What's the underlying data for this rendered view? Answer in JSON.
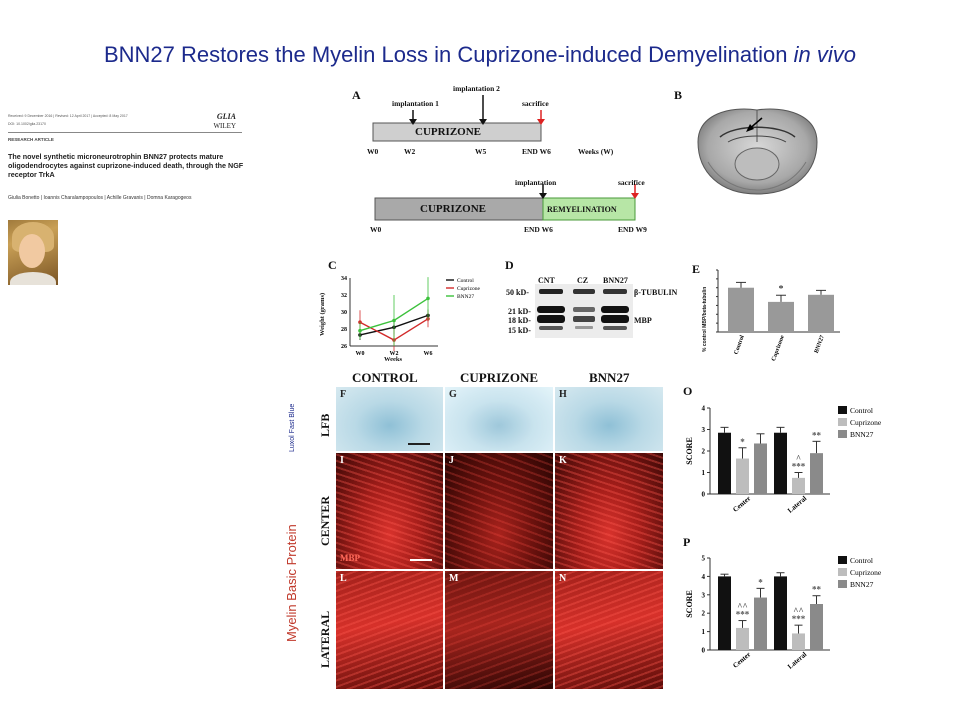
{
  "slide": {
    "title_main": "BNN27 Restores the Myelin Loss in Cuprizone-induced Demyelination",
    "title_italic": "in vivo"
  },
  "paper": {
    "meta": "Received: 9 December 2016 | Revised: 12 April 2017 | Accepted: 8 May 2017",
    "doi": "DOI: 10.1002/glia.23170",
    "journal": "GLIA",
    "publisher": "WILEY",
    "article_type": "RESEARCH ARTICLE",
    "title": "The novel synthetic microneurotrophin BNN27 protects mature oligodendrocytes against cuprizone-induced death, through the NGF receptor TrkA",
    "authors": "Giulia Bonetto | Ioannis Charalampopoulos | Achille Gravanis | Domna Karagogeos"
  },
  "panelA": {
    "letter": "A",
    "timeline1": {
      "implantation1": "implantation 1",
      "implantation2": "implantation 2",
      "sacrifice": "sacrifice",
      "bar_label": "CUPRIZONE",
      "ticks": [
        "W0",
        "W2",
        "W5",
        "END W6"
      ],
      "axis_label": "Weeks (W)"
    },
    "timeline2": {
      "implantation": "implantation",
      "sacrifice": "sacrifice",
      "bar1_label": "CUPRIZONE",
      "bar2_label": "REMYELINATION",
      "ticks": [
        "W0",
        "END W6",
        "END W9"
      ]
    }
  },
  "panelB": {
    "letter": "B"
  },
  "panelC": {
    "letter": "C",
    "ylabel": "Weight (grams)",
    "xlabel": "Weeks",
    "legend": [
      "Control",
      "Cuprizone",
      "BNN27"
    ],
    "colors": [
      "#111111",
      "#d22a2a",
      "#3cc13c"
    ],
    "chart_data": {
      "type": "line",
      "x": [
        "W0",
        "W2",
        "W6"
      ],
      "ylim": [
        26,
        34
      ],
      "yticks": [
        26,
        28,
        30,
        32,
        34
      ],
      "series": [
        {
          "name": "Control",
          "values": [
            27.3,
            28.2,
            29.6
          ]
        },
        {
          "name": "Cuprizone",
          "values": [
            28.8,
            26.7,
            29.2
          ]
        },
        {
          "name": "BNN27",
          "values": [
            27.8,
            29.0,
            31.6
          ]
        }
      ]
    }
  },
  "panelD": {
    "letter": "D",
    "lanes": [
      "CNT",
      "CZ",
      "BNN27"
    ],
    "markers": [
      "50 kD-",
      "21 kD-",
      "18 kD-",
      "15 kD-"
    ],
    "labels": [
      "β-TUBULIN",
      "MBP"
    ]
  },
  "panelE": {
    "letter": "E",
    "ylabel": "% control MBP/beta-tubulin",
    "colors": [
      "#999999"
    ],
    "chart_data": {
      "type": "bar",
      "categories": [
        "Control",
        "Cuprizone",
        "BNN27"
      ],
      "values": [
        100,
        68,
        84
      ],
      "errors": [
        12,
        15,
        10
      ],
      "ylim": [
        0,
        140
      ],
      "yticks": [
        0,
        20,
        40,
        60,
        80,
        100,
        120,
        140
      ],
      "annotations": [
        "",
        "*",
        ""
      ]
    }
  },
  "micro": {
    "columns": [
      "CONTROL",
      "CUPRIZONE",
      "BNN27"
    ],
    "rows": [
      "LFB",
      "CENTER",
      "LATERAL"
    ],
    "panel_letters": [
      "F",
      "G",
      "H",
      "I",
      "J",
      "K",
      "L",
      "M",
      "N"
    ],
    "mbp_tag": "MBP",
    "side_label_lfb": "Luxol Fast Blue",
    "side_label_mbp": "Myelin Basic Protein"
  },
  "panelO": {
    "letter": "O",
    "ylabel": "SCORE",
    "legend": [
      "Control",
      "Cuprizone",
      "BNN27"
    ],
    "colors": [
      "#111111",
      "#bdbdbd",
      "#8a8a8a"
    ],
    "chart_data": {
      "type": "bar",
      "categories": [
        "Center",
        "Lateral"
      ],
      "ylim": [
        0,
        4
      ],
      "yticks": [
        0,
        1,
        2,
        3,
        4
      ],
      "series": [
        {
          "name": "Control",
          "values": [
            2.85,
            2.85
          ],
          "errors": [
            0.25,
            0.25
          ]
        },
        {
          "name": "Cuprizone",
          "values": [
            1.65,
            0.75
          ],
          "errors": [
            0.5,
            0.25
          ]
        },
        {
          "name": "BNN27",
          "values": [
            2.35,
            1.9
          ],
          "errors": [
            0.45,
            0.55
          ]
        }
      ],
      "annotations": [
        [
          "",
          "*",
          ""
        ],
        [
          "",
          "^\n***",
          "**"
        ]
      ]
    }
  },
  "panelP": {
    "letter": "P",
    "ylabel": "SCORE",
    "legend": [
      "Control",
      "Cuprizone",
      "BNN27"
    ],
    "colors": [
      "#111111",
      "#bdbdbd",
      "#8a8a8a"
    ],
    "chart_data": {
      "type": "bar",
      "categories": [
        "Center",
        "Lateral"
      ],
      "ylim": [
        0,
        5
      ],
      "yticks": [
        0,
        1,
        2,
        3,
        4,
        5
      ],
      "series": [
        {
          "name": "Control",
          "values": [
            4.0,
            4.0
          ],
          "errors": [
            0.12,
            0.2
          ]
        },
        {
          "name": "Cuprizone",
          "values": [
            1.2,
            0.9
          ],
          "errors": [
            0.4,
            0.45
          ]
        },
        {
          "name": "BNN27",
          "values": [
            2.85,
            2.5
          ],
          "errors": [
            0.5,
            0.45
          ]
        }
      ],
      "annotations": [
        [
          "",
          "^^\n***",
          "*"
        ],
        [
          "",
          "^^\n***",
          "**"
        ]
      ]
    }
  }
}
